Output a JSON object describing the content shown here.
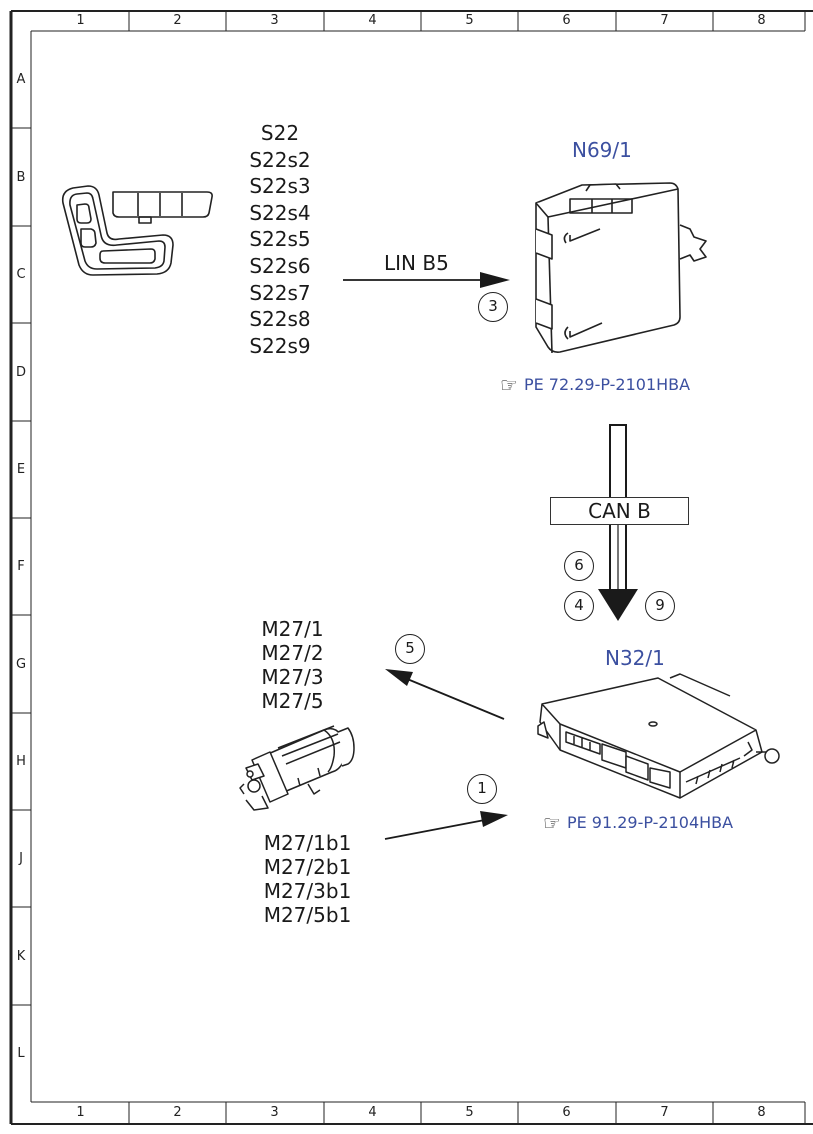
{
  "frame": {
    "columns": [
      "1",
      "2",
      "3",
      "4",
      "5",
      "6",
      "7",
      "8"
    ],
    "rows": [
      "A",
      "B",
      "C",
      "D",
      "E",
      "F",
      "G",
      "H",
      "J",
      "K",
      "L"
    ]
  },
  "components": {
    "seat_switches": {
      "labels": [
        "S22",
        "S22s2",
        "S22s3",
        "S22s4",
        "S22s5",
        "S22s6",
        "S22s7",
        "S22s8",
        "S22s9"
      ],
      "icon": "seat-adjustment-switch-icon"
    },
    "n69_1": {
      "title": "N69/1",
      "reference": "PE 72.29-P-2101HBA",
      "icon": "control-module-icon"
    },
    "n32_1": {
      "title": "N32/1",
      "reference": "PE 91.29-P-2104HBA",
      "icon": "seat-control-unit-icon"
    },
    "motors": {
      "labels": [
        "M27/1",
        "M27/2",
        "M27/3",
        "M27/5"
      ],
      "icon": "seat-motor-icon"
    },
    "hall_sensors": {
      "labels": [
        "M27/1b1",
        "M27/2b1",
        "M27/3b1",
        "M27/5b1"
      ]
    }
  },
  "connections": {
    "lin": {
      "label": "LIN B5",
      "step": "3"
    },
    "can": {
      "label": "CAN B",
      "steps_left": [
        "6",
        "4"
      ],
      "step_right": "9"
    },
    "to_motors": {
      "step": "5"
    },
    "from_sensors": {
      "step": "1"
    }
  },
  "colors": {
    "title_blue": "#3c50a0",
    "line": "#1a1a1a"
  }
}
